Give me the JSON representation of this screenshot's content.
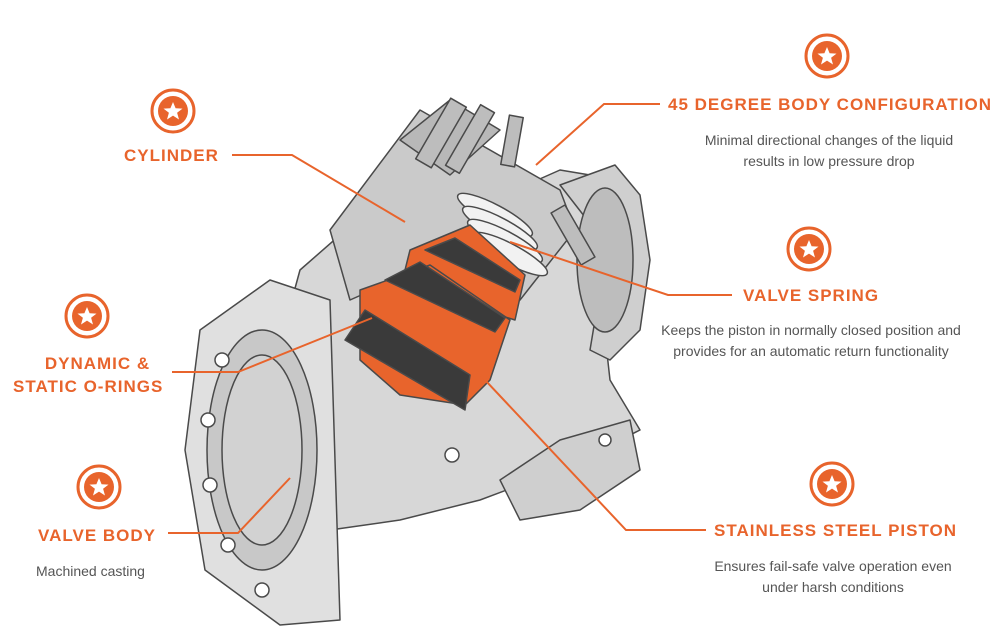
{
  "colors": {
    "accent": "#e8642c",
    "body_gray": "#d7d7d7",
    "outline": "#4a4a4a",
    "text": "#555555"
  },
  "badge_icon": "star-icon",
  "callouts": {
    "cylinder": {
      "title": "CYLINDER"
    },
    "o_rings": {
      "title_line1": "DYNAMIC &",
      "title_line2": "STATIC O-RINGS"
    },
    "valve_body": {
      "title": "VALVE BODY",
      "description": "Machined casting"
    },
    "body_config": {
      "title": "45 DEGREE BODY CONFIGURATION",
      "description_line1": "Minimal directional changes of the liquid",
      "description_line2": "results in low pressure drop"
    },
    "valve_spring": {
      "title": "VALVE SPRING",
      "description_line1": "Keeps the piston in normally closed position and",
      "description_line2": "provides for an automatic return functionality"
    },
    "piston": {
      "title": "STAINLESS STEEL PISTON",
      "description_line1": "Ensures fail-safe valve operation even",
      "description_line2": "under harsh conditions"
    }
  }
}
